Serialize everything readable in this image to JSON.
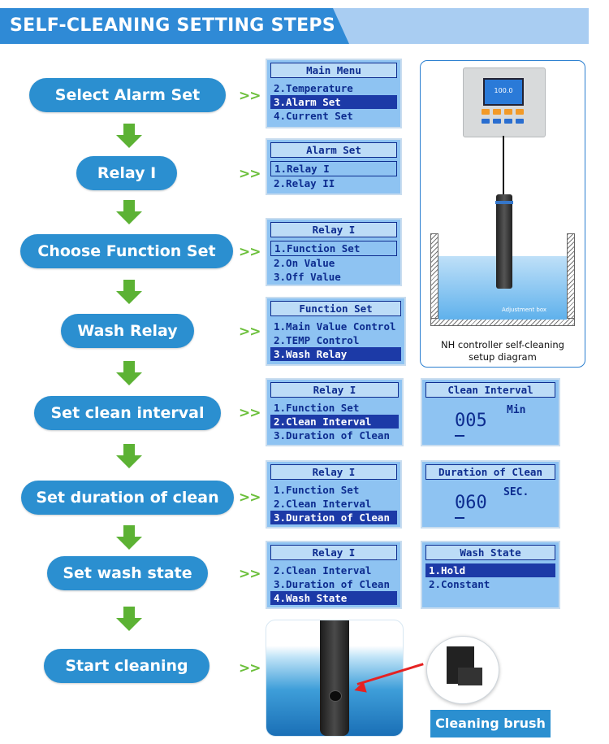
{
  "header": {
    "title": "SELF-CLEANING SETTING STEPS"
  },
  "steps": [
    {
      "label": "Select Alarm Set"
    },
    {
      "label": "Relay I"
    },
    {
      "label": "Choose Function Set"
    },
    {
      "label": "Wash Relay"
    },
    {
      "label": "Set clean interval"
    },
    {
      "label": "Set duration of clean"
    },
    {
      "label": "Set wash state"
    },
    {
      "label": "Start cleaning"
    }
  ],
  "chevron": ">>",
  "screens": {
    "main_menu": {
      "title": "Main Menu",
      "rows": [
        "2.Temperature",
        "3.Alarm Set",
        "4.Current Set"
      ]
    },
    "alarm_set": {
      "title": "Alarm Set",
      "rows": [
        "1.Relay I",
        "2.Relay II"
      ]
    },
    "relay_1a": {
      "title": "Relay I",
      "rows": [
        "1.Function Set",
        "2.On Value",
        "3.Off Value"
      ]
    },
    "function_set": {
      "title": "Function Set",
      "rows": [
        "1.Main Value Control",
        "2.TEMP Control",
        "3.Wash Relay"
      ]
    },
    "relay_1b": {
      "title": "Relay I",
      "rows": [
        "1.Function Set",
        "2.Clean Interval",
        "3.Duration of Clean"
      ]
    },
    "clean_interval": {
      "title": "Clean Interval",
      "value": "005",
      "unit": "Min"
    },
    "relay_1c": {
      "title": "Relay I",
      "rows": [
        "1.Function Set",
        "2.Clean Interval",
        "3.Duration of Clean"
      ]
    },
    "duration_clean": {
      "title": "Duration of Clean",
      "value": "060",
      "unit": "SEC."
    },
    "relay_1d": {
      "title": "Relay I",
      "rows": [
        "2.Clean Interval",
        "3.Duration of Clean",
        "4.Wash State"
      ]
    },
    "wash_state": {
      "title": "Wash State",
      "rows": [
        "1.Hold",
        "2.Constant"
      ]
    }
  },
  "diagram": {
    "caption_line1": "NH controller self-cleaning",
    "caption_line2": "setup diagram",
    "tank_label": "Adjustment box",
    "controller_reading": "100.0"
  },
  "brush_label": "Cleaning brush",
  "colors": {
    "accent_blue": "#2b8fd0",
    "arrow_green": "#5cb234",
    "lcd_bg": "#8ec3f2",
    "lcd_text": "#0d2c8f",
    "pointer_red": "#e52222"
  }
}
